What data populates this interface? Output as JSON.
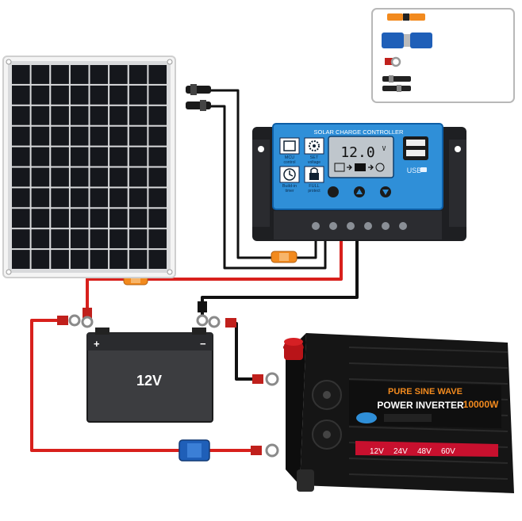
{
  "controller": {
    "title": "SOLAR CHARGE CONTROLLER",
    "display_value": "12.0",
    "display_unit": "V",
    "usb_label": "USB",
    "features": [
      {
        "line1": "MCU",
        "line2": "control"
      },
      {
        "line1": "SET",
        "line2": "voltage"
      },
      {
        "line1": "Build-in",
        "line2": "timer"
      },
      {
        "line1": "FULL",
        "line2": "protect"
      }
    ]
  },
  "battery": {
    "label": "12V",
    "plus": "+",
    "minus": "−"
  },
  "inverter": {
    "banner": "PURE SINE WAVE",
    "title": "POWER INVERTER",
    "wattage": "10000W",
    "voltages": [
      "12V",
      "24V",
      "48V",
      "60V"
    ]
  },
  "colors": {
    "controller_blue": "#2f8fd8",
    "wire_red": "#d8201c",
    "wire_black": "#111111",
    "fuse_orange": "#f28a1e",
    "fuse_blue": "#1f5fb8",
    "panel_cell": "#15171c",
    "inverter_body": "#1a1a1a",
    "inverter_red": "#c8102e"
  }
}
